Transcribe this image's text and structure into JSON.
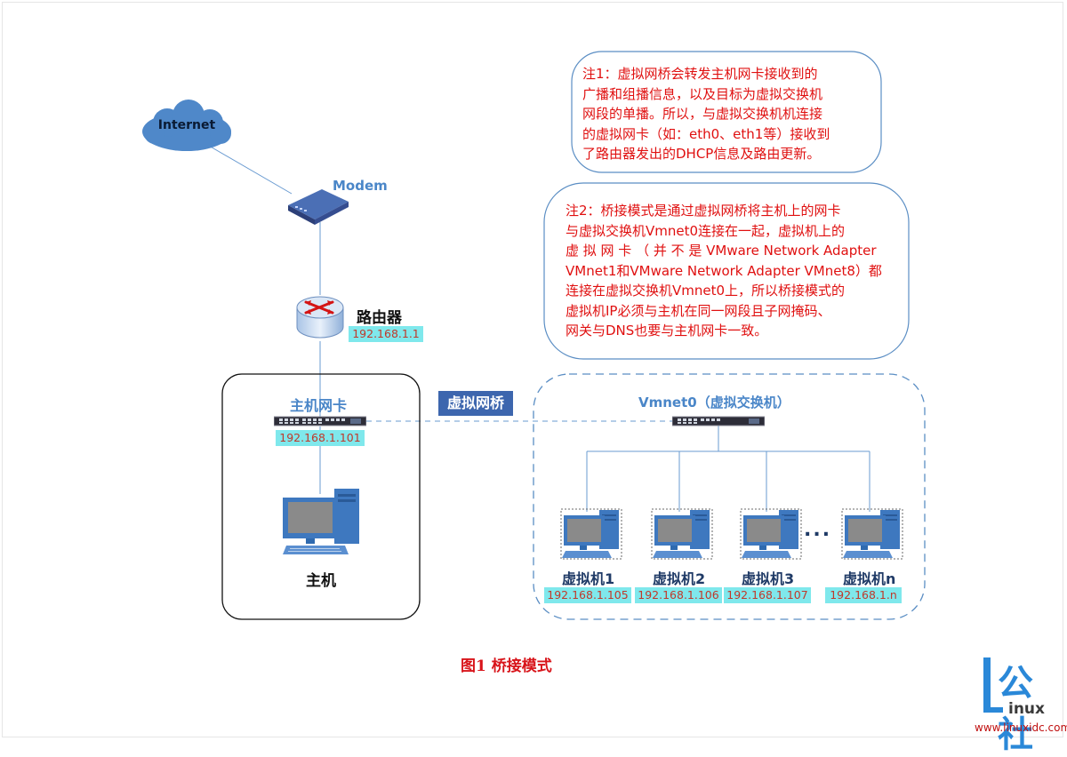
{
  "nodes": {
    "internet": "Internet",
    "modem": "Modem",
    "router": "路由器",
    "router_ip": "192.168.1.1",
    "host_nic": "主机网卡",
    "host_nic_ip": "192.168.1.101",
    "host": "主机",
    "bridge": "虚拟网桥",
    "vswitch": "Vmnet0（虚拟交换机）"
  },
  "vms": [
    {
      "name": "虚拟机1",
      "ip": "192.168.1.105"
    },
    {
      "name": "虚拟机2",
      "ip": "192.168.1.106"
    },
    {
      "name": "虚拟机3",
      "ip": "192.168.1.107"
    },
    {
      "name": "虚拟机n",
      "ip": "192.168.1.n"
    }
  ],
  "vm_ellipsis": "...",
  "note1": [
    "注1：虚拟网桥会转发主机网卡接收到的",
    "广播和组播信息，以及目标为虚拟交换机",
    "网段的单播。所以，与虚拟交换机机连接",
    "的虚拟网卡（如：eth0、eth1等）接收到",
    "了路由器发出的DHCP信息及路由更新。"
  ],
  "note2": [
    "注2：桥接模式是通过虚拟网桥将主机上的网卡",
    "与虚拟交换机Vmnet0连接在一起，虚拟机上的",
    "虚 拟 网 卡 （ 并 不 是 VMware  Network  Adapter",
    "VMnet1和VMware Network Adapter VMnet8）都",
    "连接在虚拟交换机Vmnet0上，所以桥接模式的",
    "虚拟机IP必须与主机在同一网段且子网掩码、",
    "网关与DNS也要与主机网卡一致。"
  ],
  "caption": "图1  桥接模式",
  "watermark": {
    "cn": "公社",
    "inux": "inux",
    "url": "www.linuxidc.com"
  },
  "colors": {
    "accent": "#4a86c8",
    "ip_bg": "#7fe8ec",
    "note_text": "#e01010",
    "bridge_bg": "#3d66ae"
  }
}
